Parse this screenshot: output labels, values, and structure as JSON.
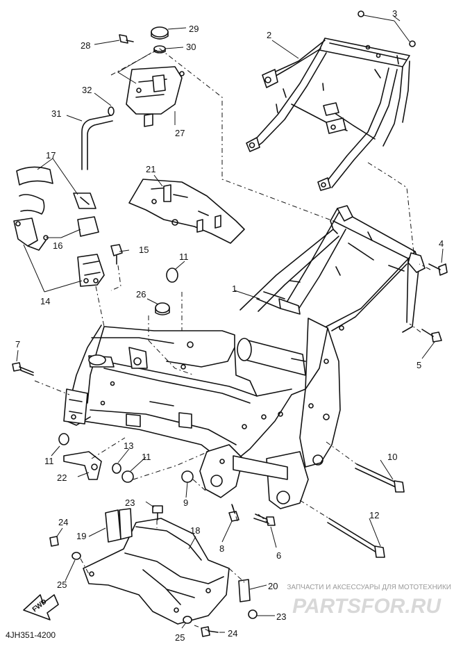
{
  "diagram_code": "4JH351-4200",
  "watermark": {
    "caption": "ЗАПЧАСТИ И АКСЕССУАРЫ ДЛЯ МОТОТЕХНИКИ",
    "brand": "PARTSFOR.RU"
  },
  "direction_tag": "FWD",
  "callouts": {
    "n1": "1",
    "n2": "2",
    "n3": "3",
    "n4": "4",
    "n5": "5",
    "n6": "6",
    "n7": "7",
    "n8": "8",
    "n9": "9",
    "n10": "10",
    "n11a": "11",
    "n11b": "11",
    "n11c": "11",
    "n12": "12",
    "n13": "13",
    "n14": "14",
    "n15": "15",
    "n16": "16",
    "n17": "17",
    "n18": "18",
    "n19": "19",
    "n20": "20",
    "n21": "21",
    "n22": "22",
    "n23a": "23",
    "n23b": "23",
    "n24a": "24",
    "n24b": "24",
    "n25a": "25",
    "n25b": "25",
    "n26": "26",
    "n27": "27",
    "n28": "28",
    "n29": "29",
    "n30": "30",
    "n31": "31",
    "n32": "32"
  }
}
